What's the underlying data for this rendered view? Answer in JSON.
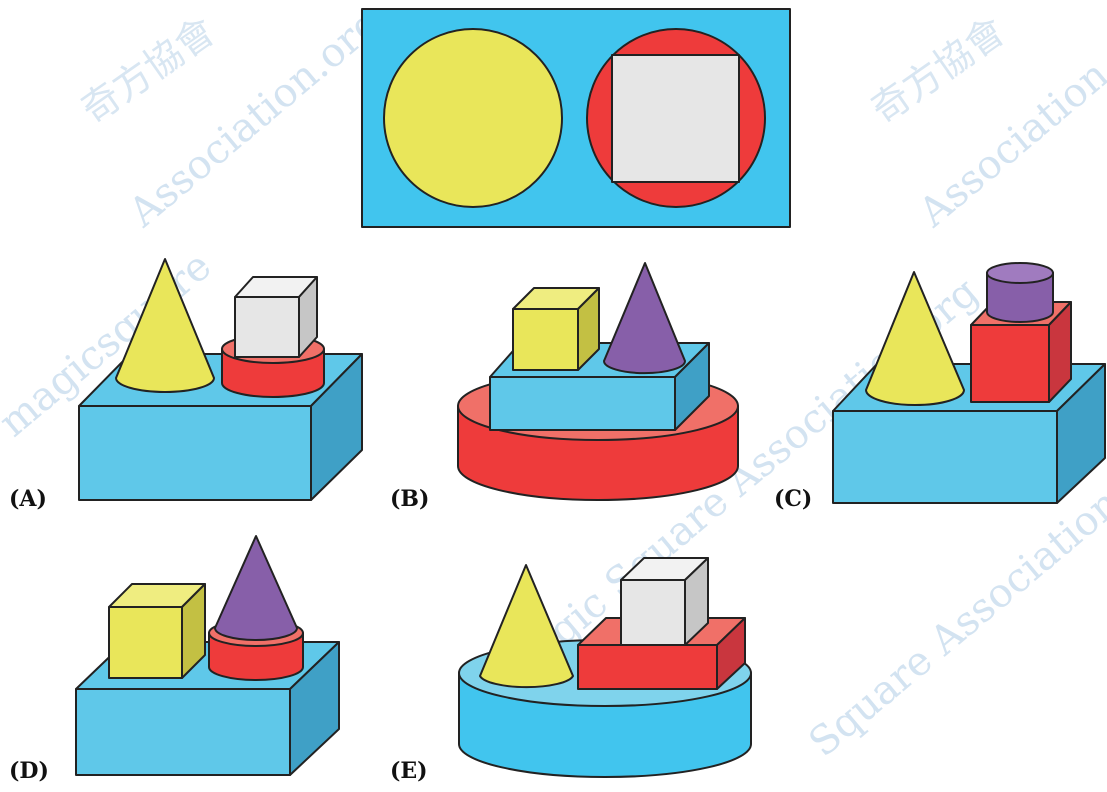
{
  "watermarks": {
    "latin": [
      "Magic Square Association.org",
      "magicsquare",
      "Square Association",
      "Association.org"
    ],
    "cjk": "奇方協會"
  },
  "colors": {
    "sky": "#41c5ee",
    "cyan_top": "#5fc8e9",
    "cyan_side": "#3fa0c6",
    "yellow": "#e9e65a",
    "yellow_side": "#c3c043",
    "red": "#ee3b3b",
    "red_top": "#f07068",
    "red_side": "#c9363e",
    "white": "#e6e6e6",
    "white_top": "#f2f2f2",
    "white_side": "#c6c6c6",
    "purple": "#875fa9",
    "purple_top": "#a07bbf"
  },
  "options": [
    {
      "id": "A",
      "label": "(A)"
    },
    {
      "id": "B",
      "label": "(B)"
    },
    {
      "id": "C",
      "label": "(C)"
    },
    {
      "id": "D",
      "label": "(D)"
    },
    {
      "id": "E",
      "label": "(E)"
    }
  ]
}
